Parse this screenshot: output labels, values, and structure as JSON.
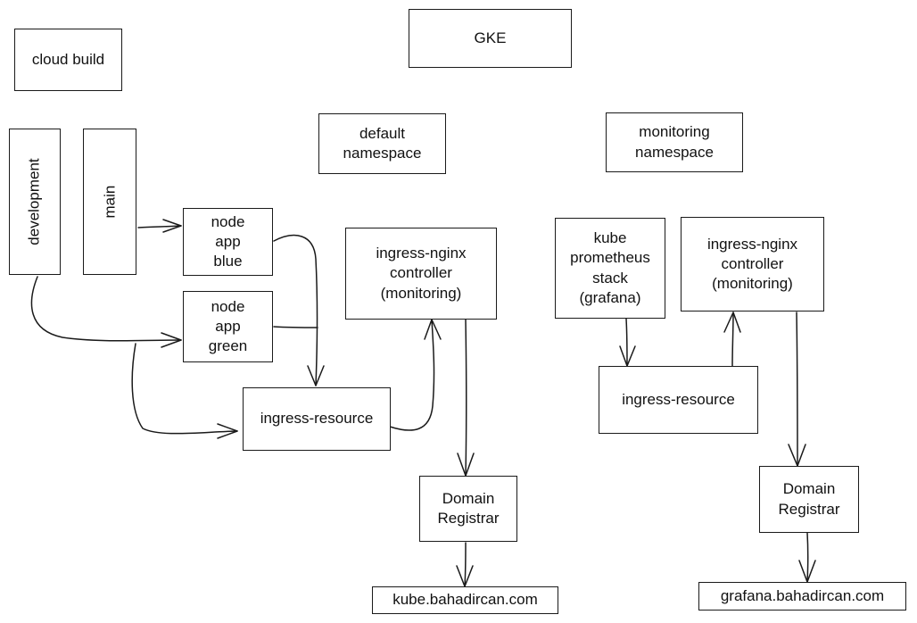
{
  "nodes": {
    "gke": "GKE",
    "cloud_build": "cloud build",
    "development": "development",
    "main": "main",
    "node_app_blue": "node\napp\nblue",
    "node_app_green": "node\napp\ngreen",
    "default_namespace": "default\nnamespace",
    "monitoring_namespace": "monitoring\nnamespace",
    "ingress_nginx_left": "ingress-nginx\ncontroller\n(monitoring)",
    "ingress_resource_left": "ingress-resource",
    "domain_registrar_left": "Domain\nRegistrar",
    "kube_url": "kube.bahadircan.com",
    "kube_prometheus_stack": "kube\nprometheus\nstack\n(grafana)",
    "ingress_nginx_right": "ingress-nginx\ncontroller\n(monitoring)",
    "ingress_resource_right": "ingress-resource",
    "domain_registrar_right": "Domain\nRegistrar",
    "grafana_url": "grafana.bahadircan.com"
  },
  "colors": {
    "stroke": "#1a1a1a",
    "background": "#ffffff"
  }
}
